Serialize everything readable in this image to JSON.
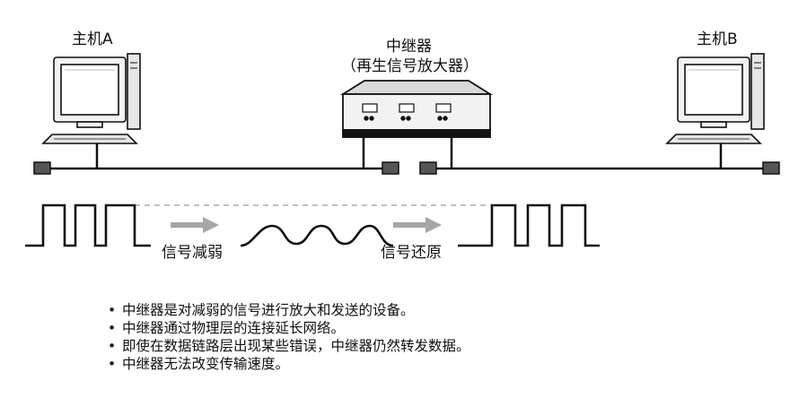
{
  "hosts": {
    "left_label": "主机A",
    "right_label": "主机B"
  },
  "repeater": {
    "title": "中继器",
    "subtitle": "（再生信号放大器）"
  },
  "signal": {
    "weaken_label": "信号减弱",
    "restore_label": "信号还原"
  },
  "notes": [
    "中继器是对减弱的信号进行放大和发送的设备。",
    "中继器通过物理层的连接延长网络。",
    "即使在数据链路层出现某些错误，中继器仍然转发数据。",
    "中继器无法改变传输速度。"
  ],
  "colors": {
    "ink": "#111111",
    "arrow": "#a6a6a6",
    "device_fill": "#f2f2f2",
    "terminator": "#555555"
  }
}
